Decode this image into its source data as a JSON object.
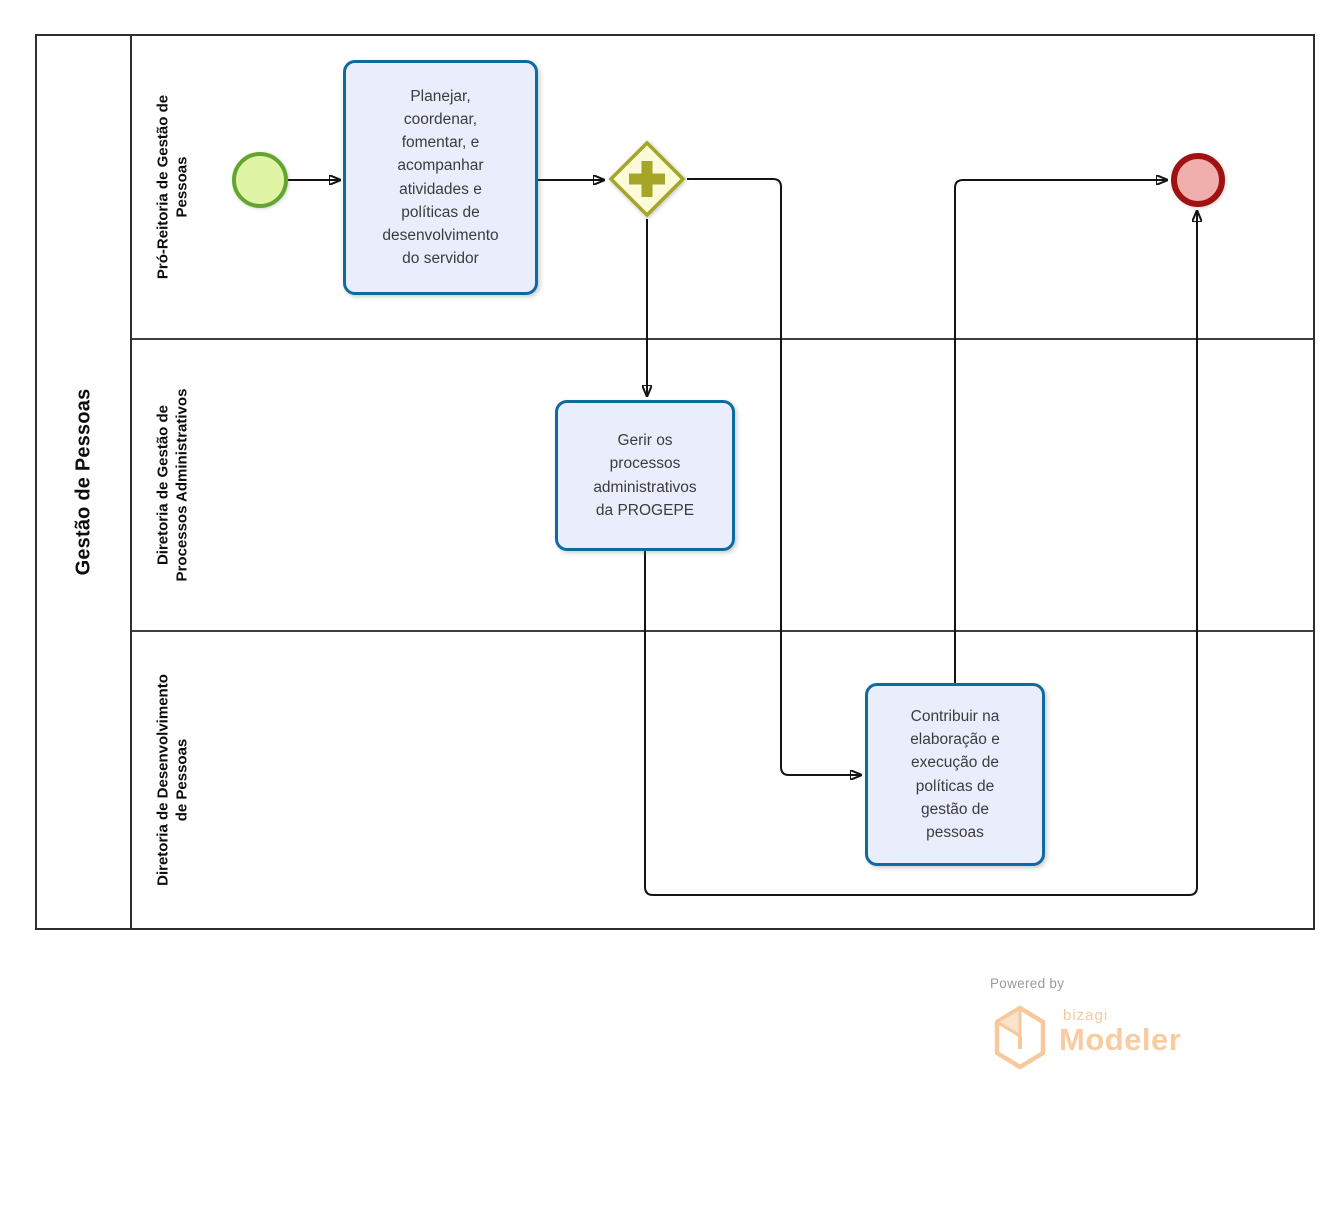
{
  "pool": {
    "title": "Gestão de Pessoas"
  },
  "lanes": [
    {
      "label": "Pró-Reitoria de Gestão de\nPessoas"
    },
    {
      "label": "Diretoria de Gestão de\nProcessos Administrativos"
    },
    {
      "label": "Diretoria de Desenvolvimento\nde Pessoas"
    }
  ],
  "nodes": {
    "start_event": {
      "kind": "start-event"
    },
    "task1": {
      "label": "Planejar,\ncoordenar,\nfomentar, e\nacompanhar\natividades e\npolíticas de\ndesenvolvimento\ndo servidor"
    },
    "gateway": {
      "kind": "parallel-gateway"
    },
    "task2": {
      "label": "Gerir os\nprocessos\nadministrativos\nda PROGEPE"
    },
    "task3": {
      "label": "Contribuir na\nelaboração e\nexecução de\npolíticas de\ngestão de\npessoas"
    },
    "end_event": {
      "kind": "end-event"
    }
  },
  "branding": {
    "powered_by": "Powered by",
    "brand": "bizagi",
    "product": "Modeler"
  },
  "colors": {
    "task_fill": "#E9EDFC",
    "task_border": "#0E6BA2",
    "start_fill": "#DFF5A5",
    "start_border": "#64A52F",
    "gateway_fill": "#FBFBD9",
    "gateway_border": "#A5A628",
    "end_fill": "#F0AEAC",
    "end_border": "#A01212",
    "flow_line": "#141414",
    "lane_border": "#3F3F3F",
    "brand_orange": "#F8CBA1",
    "powered_by_gray": "#9B9B9B"
  }
}
